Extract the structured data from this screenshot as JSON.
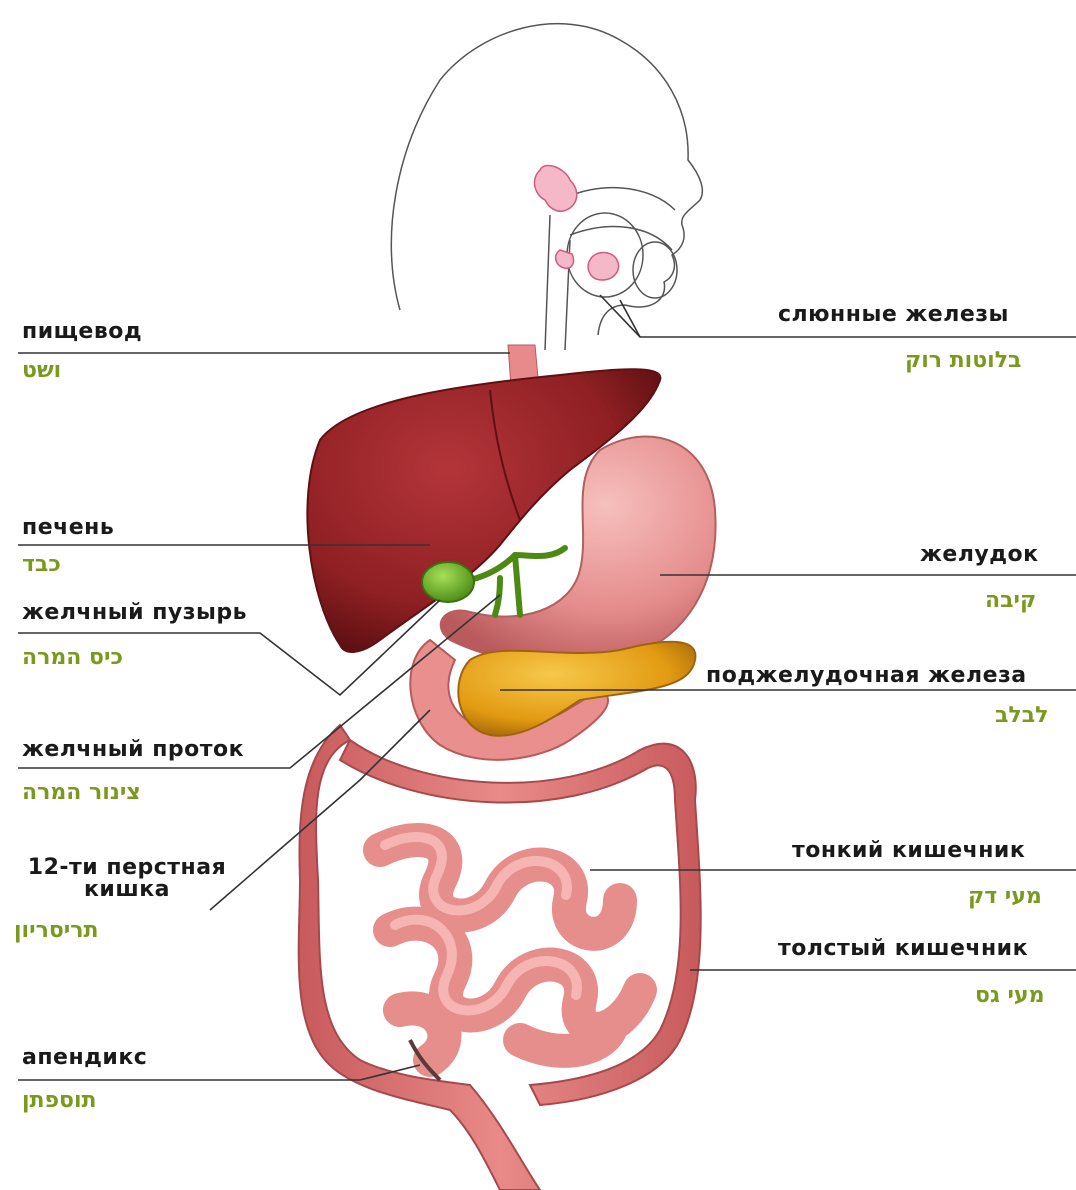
{
  "colors": {
    "label_ru": "#1a1a1a",
    "label_he": "#7a9a1e",
    "leader": "#333333",
    "liver": "#8e1f22",
    "stomach": "#e58d8d",
    "pancreas": "#e29a12",
    "intestine": "#e07c7c",
    "gallbladder": "#6aae1f"
  },
  "labels": {
    "esophagus": {
      "ru": "пищевод",
      "he": "ושט"
    },
    "salivary": {
      "ru": "слюнные железы",
      "he": "בלוטות רוק"
    },
    "liver": {
      "ru": "печень",
      "he": "כבד"
    },
    "stomach": {
      "ru": "желудок",
      "he": "קיבה"
    },
    "gallbladder": {
      "ru": "желчный пузырь",
      "he": "כיס המרה"
    },
    "pancreas": {
      "ru": "поджелудочная железа",
      "he": "לבלב"
    },
    "bile_duct": {
      "ru": "желчный проток",
      "he": "צינור המרה"
    },
    "duodenum": {
      "ru_line1": "12-ти перстная",
      "ru_line2": "кишка",
      "he": "תריסריון"
    },
    "small_intestine": {
      "ru": "тонкий кишечник",
      "he": "מעי דק"
    },
    "large_intestine": {
      "ru": "толстый кишечник",
      "he": "מעי גס"
    },
    "appendix": {
      "ru": "апендикс",
      "he": "תוספתן"
    }
  }
}
